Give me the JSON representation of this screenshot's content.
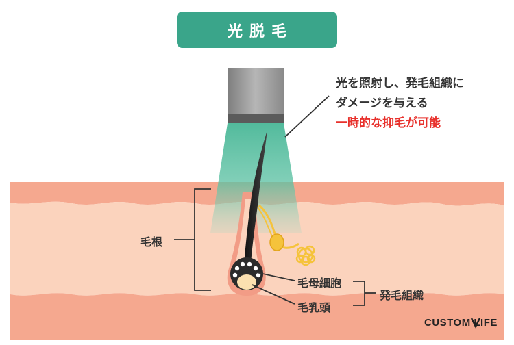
{
  "title": "光脱毛",
  "callout": {
    "line1": "光を照射し、発毛組織に",
    "line2": "ダメージを与える",
    "highlight": "一時的な抑毛が可能"
  },
  "labels": {
    "hair_root": "毛根",
    "hair_matrix_cells": "毛母細胞",
    "dermal_papilla": "毛乳頭",
    "hair_growth_tissue": "発毛組織"
  },
  "brand": "CUSTOM LIFE",
  "colors": {
    "accent": "#3aa58a",
    "highlight": "#e8312c",
    "skin_top": "#f5a88f",
    "skin_body": "#fbd3bd",
    "light_beam": "#3fb391",
    "device": "#9a9a9a"
  }
}
